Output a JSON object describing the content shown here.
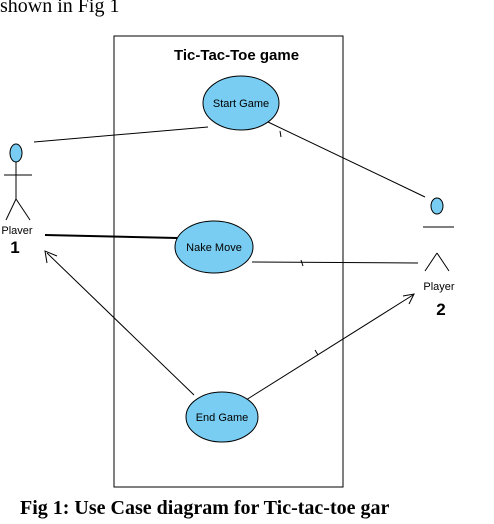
{
  "intro_text": "shown in Fig 1",
  "system": {
    "title": "Tic-Tac-Toe game"
  },
  "use_cases": {
    "start": "Start Game",
    "move": "Nake Move",
    "end": "End Game"
  },
  "actors": {
    "player1": {
      "label": "Plaver",
      "number": "1"
    },
    "player2": {
      "label": "Player",
      "number": "2"
    }
  },
  "caption": "Fig 1: Use Case diagram for Tic-tac-toe gar",
  "colors": {
    "use_case_fill": "#79CDF2",
    "actor_head_fill": "#79CDF2",
    "line": "#000000"
  }
}
